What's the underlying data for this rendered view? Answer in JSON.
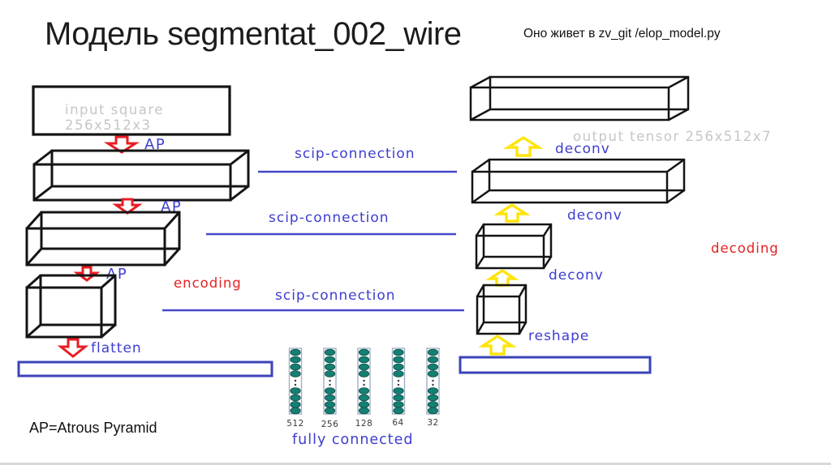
{
  "title": "Модель segmentat_002_wire",
  "note": "Оно живет в zv_git /elop_model.py",
  "footnote": "AP=Atrous Pyramid",
  "encoder": {
    "input_line1": "input square",
    "input_line2": "256x512x3",
    "ap1": "AP",
    "ap2": "AP",
    "ap3": "AP",
    "flatten": "flatten",
    "section": "encoding"
  },
  "decoder": {
    "output": "output tensor 256x512x7",
    "deconv1": "deconv",
    "deconv2": "deconv",
    "deconv3": "deconv",
    "reshape": "reshape",
    "section": "decoding"
  },
  "skip": {
    "s1": "scip-connection",
    "s2": "scip-connection",
    "s3": "scip-connection"
  },
  "fc": {
    "label": "fully connected",
    "sizes": [
      "512",
      "256",
      "128",
      "64",
      "32"
    ]
  },
  "colors": {
    "blue_label": "#3d3dd0",
    "blue_line": "#4348c8",
    "red": "#e32222",
    "yellow": "#ffe40a",
    "gray_label": "#c6c6c6",
    "teal_neuron": "#157f72"
  }
}
